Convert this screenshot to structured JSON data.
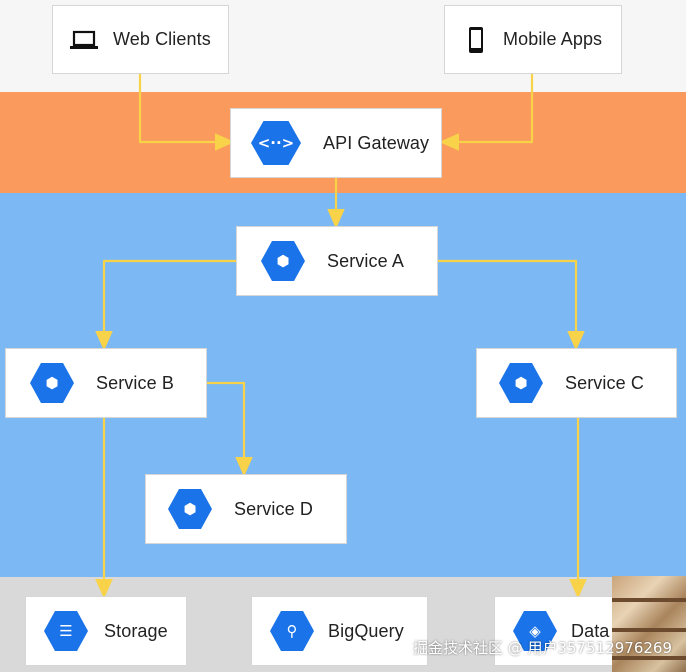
{
  "colors": {
    "top_band": "#f6f6f6",
    "gateway_band": "#fa9a5c",
    "services_band": "#7bb8f4",
    "storage_band": "#d9d9d9",
    "connector": "#f8d34a",
    "icon_blue": "#1a73e8"
  },
  "clients": {
    "web_label": "Web Clients",
    "mobile_label": "Mobile Apps"
  },
  "gateway": {
    "label": "API Gateway",
    "icon": "api-gateway-icon"
  },
  "services": {
    "a_label": "Service A",
    "b_label": "Service B",
    "c_label": "Service C",
    "d_label": "Service D",
    "icon": "gke-hexagon-icon"
  },
  "storage": {
    "storage_label": "Storage",
    "bigquery_label": "BigQuery",
    "data_label": "Data"
  },
  "watermark": "掘金技术社区 @ 用户357512976269"
}
